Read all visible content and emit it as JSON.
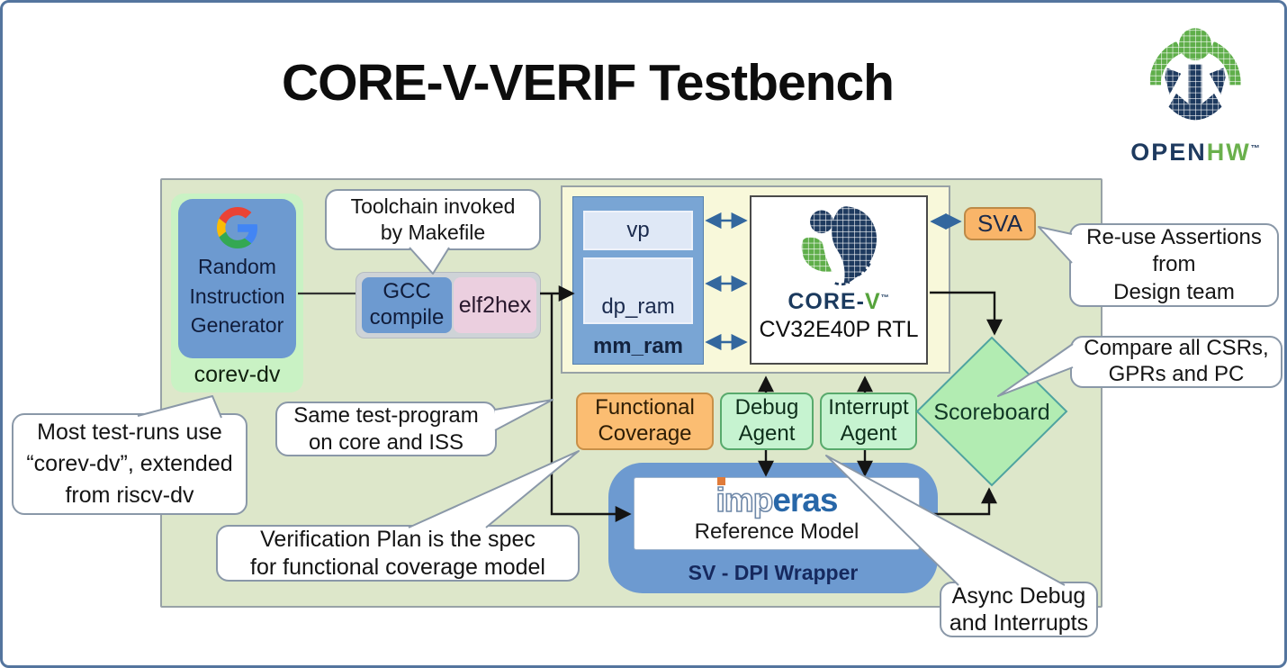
{
  "title": "CORE-V-VERIF Testbench",
  "openhw_logo": {
    "open": "OPEN",
    "hw": "HW",
    "tm": "™"
  },
  "colors": {
    "panel_green": "#dde7ca",
    "box_blue": "#6d9ad0",
    "corevdv_green": "#c9f2c4",
    "memory_yellow": "#f8f8da",
    "ram_light_blue": "#dfe8f6",
    "elf2hex_pink": "#ebcfdf",
    "orange": "#f9b569",
    "agent_green": "#c6f3d0",
    "diamond_green": "#b2ecb2",
    "navy_text": "#101c3a",
    "arrow_blue": "#33679e",
    "border_blue": "#54759e"
  },
  "generator": {
    "lines": [
      "Random",
      "Instruction",
      "Generator"
    ],
    "caption": "corev-dv"
  },
  "toolchain": {
    "gcc_lines": [
      "GCC",
      "compile"
    ],
    "elf2hex": "elf2hex"
  },
  "memory": {
    "vp": "vp",
    "dp_ram": "dp_ram",
    "mm_ram": "mm_ram"
  },
  "rtl": {
    "wordmark_core": "CORE-",
    "wordmark_v": "V",
    "tm": "™",
    "label": "CV32E40P RTL"
  },
  "sva": {
    "label": "SVA"
  },
  "scoreboard": {
    "label": "Scoreboard"
  },
  "functional_coverage": {
    "lines": [
      "Functional",
      "Coverage"
    ]
  },
  "debug_agent": {
    "lines": [
      "Debug",
      "Agent"
    ]
  },
  "interrupt_agent": {
    "lines": [
      "Interrupt",
      "Agent"
    ]
  },
  "wrapper": {
    "imperas_imp": "imp",
    "imperas_eras": "eras",
    "reference_model": "Reference Model",
    "label": "SV - DPI Wrapper"
  },
  "bubbles": {
    "toolchain_note": {
      "lines": [
        "Toolchain invoked",
        "by Makefile"
      ]
    },
    "reuse_assertions": {
      "lines": [
        "Re-use Assertions",
        "from",
        "Design team"
      ]
    },
    "compare": {
      "lines": [
        "Compare all CSRs,",
        "GPRs and PC"
      ]
    },
    "most_test_runs": {
      "lines": [
        "Most test-runs use",
        "“corev-dv”, extended",
        "from riscv-dv"
      ]
    },
    "same_test_program": {
      "lines": [
        "Same test-program",
        "on core and ISS"
      ]
    },
    "verification_plan": {
      "lines": [
        "Verification Plan is the spec",
        "for functional coverage model"
      ]
    },
    "async_debug": {
      "lines": [
        "Async Debug",
        "and Interrupts"
      ]
    }
  }
}
